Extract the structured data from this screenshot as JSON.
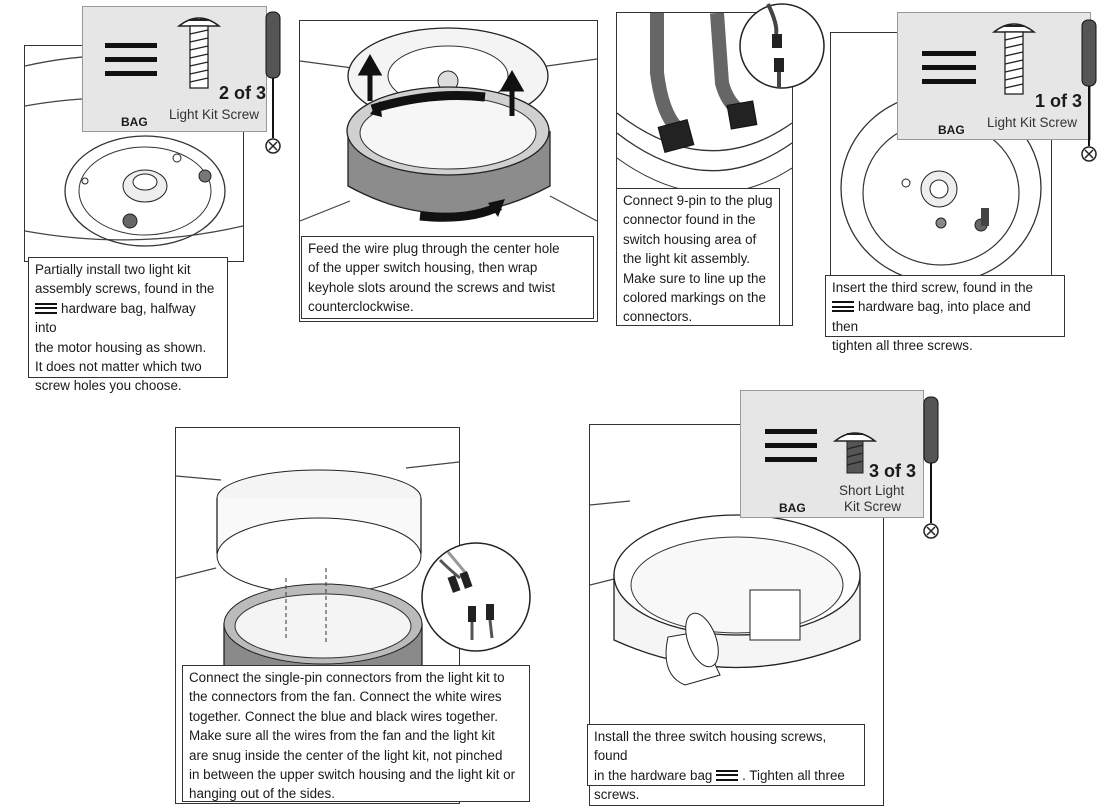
{
  "panels": {
    "p1": {
      "caption_lines": [
        "Partially install two light kit",
        "assembly screws, found in the",
        "hardware bag, halfway into",
        "the motor housing as shown.",
        "It does not matter which two",
        "screw holes you choose."
      ],
      "bag_label": "BAG",
      "count": "2 of 3",
      "screw_label": "Light Kit Screw"
    },
    "p2": {
      "caption_lines": [
        "Feed the wire plug through the center hole",
        "of the upper switch housing, then wrap",
        "keyhole slots around the screws and twist",
        "counterclockwise."
      ]
    },
    "p3": {
      "caption_lines": [
        "Connect 9-pin to the plug",
        "connector found in the",
        "switch housing area of",
        "the light kit assembly.",
        "Make sure to line up the",
        "colored markings on the",
        "connectors."
      ]
    },
    "p4": {
      "caption_lines": [
        "Insert the third screw, found in the",
        "hardware bag, into place and then",
        "tighten all three screws."
      ],
      "bag_label": "BAG",
      "count": "1 of 3",
      "screw_label": "Light Kit Screw"
    },
    "p5": {
      "caption_lines": [
        "Connect the single-pin connectors from the light kit to",
        "the connectors from the fan. Connect the white wires",
        "together. Connect the blue and black wires together.",
        "Make sure all the wires from the fan and the light kit",
        "are snug inside the center of the light kit, not pinched",
        "in between the upper switch housing and the light kit or",
        "hanging out of the sides."
      ]
    },
    "p6": {
      "caption_lines": [
        "Install the three switch housing screws, found",
        "in the hardware bag",
        ". Tighten all three",
        "screws."
      ],
      "bag_label": "BAG",
      "count": "3 of 3",
      "screw_label_1": "Short Light",
      "screw_label_2": "Kit Screw"
    }
  }
}
